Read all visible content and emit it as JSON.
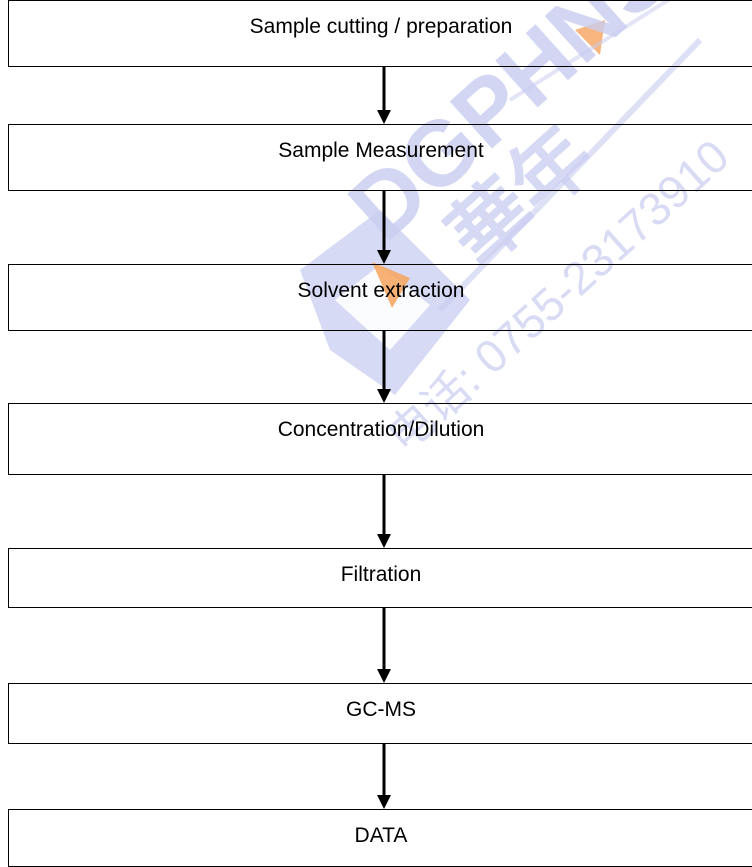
{
  "steps": [
    "Sample cutting / preparation",
    "Sample Measurement",
    "Solvent extraction",
    "Concentration/Dilution",
    "Filtration",
    "GC-MS",
    "DATA"
  ],
  "watermark": {
    "brand": "DGPHNS",
    "cn_name": "華年",
    "phone": "电话: 0755-23173910"
  }
}
